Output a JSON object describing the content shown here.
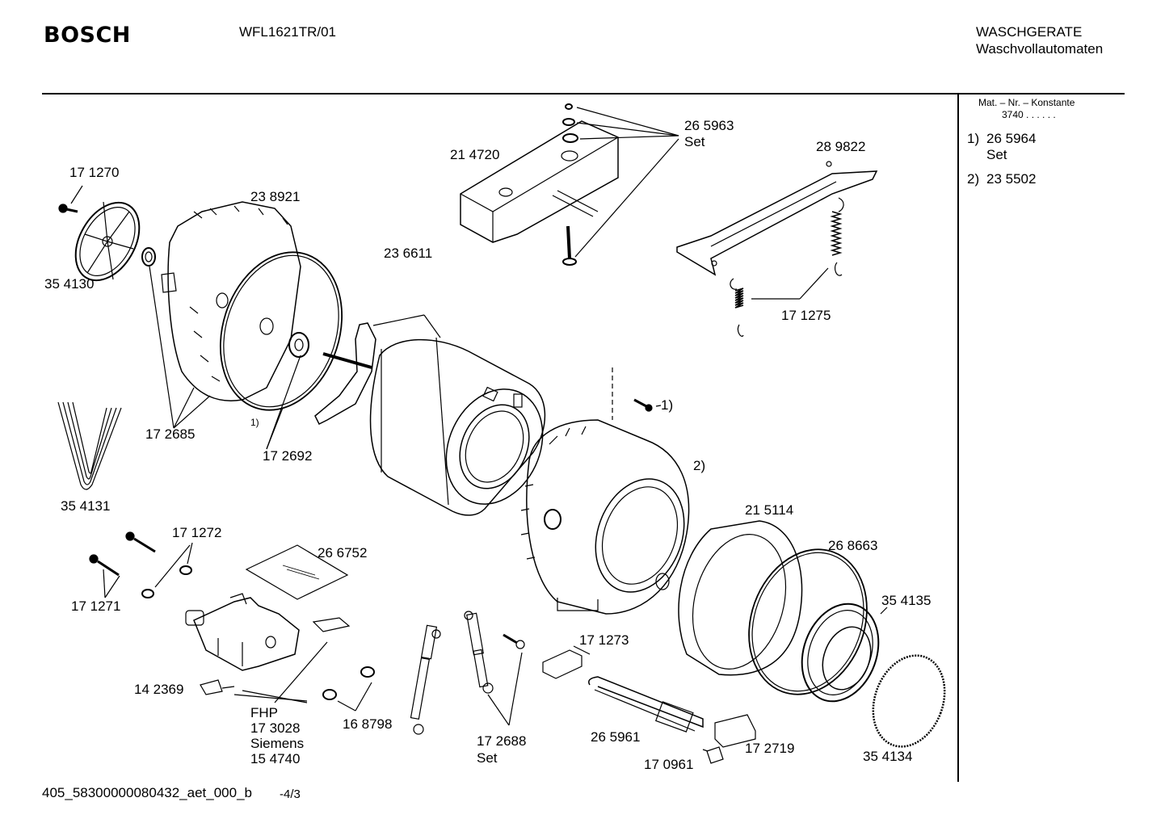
{
  "header": {
    "brand": "BOSCH",
    "model": "WFL1621TR/01",
    "category": "WASCHGERATE",
    "subcategory": "Waschvollautomaten"
  },
  "sidebar": {
    "heading": "Mat. – Nr. – Konstante",
    "constant": "3740 . . . . . .",
    "notes": [
      {
        "marker": "1)",
        "value": "26 5964",
        "extra": "Set"
      },
      {
        "marker": "2)",
        "value": "23 5502",
        "extra": ""
      }
    ]
  },
  "labels": {
    "p171270": "17 1270",
    "p238921": "23 8921",
    "p214720": "21 4720",
    "p265963": "26 5963",
    "p265963_set": "Set",
    "p289822": "28 9822",
    "p236611": "23 6611",
    "p354130": "35 4130",
    "p171275": "17 1275",
    "note1_drum": "1)",
    "note1_bolt": "1)",
    "note2": "2)",
    "p172685": "17 2685",
    "p172692": "17 2692",
    "p354131": "35 4131",
    "p215114": "21 5114",
    "p171272": "17 1272",
    "p266752": "26 6752",
    "p268663": "26 8663",
    "p171271": "17 1271",
    "p354135": "35 4135",
    "p171273": "17 1273",
    "p142369": "14 2369",
    "fhp": "FHP",
    "p173028": "17 3028",
    "siemens": "Siemens",
    "p154740": "15 4740",
    "p168798": "16 8798",
    "p172688": "17 2688",
    "p172688_set": "Set",
    "p265961": "26 5961",
    "p172719": "17 2719",
    "p170961": "17 0961",
    "p354134": "35 4134"
  },
  "footer": {
    "code": "405_58300000080432_aet_000_b",
    "page": "-4/3"
  }
}
